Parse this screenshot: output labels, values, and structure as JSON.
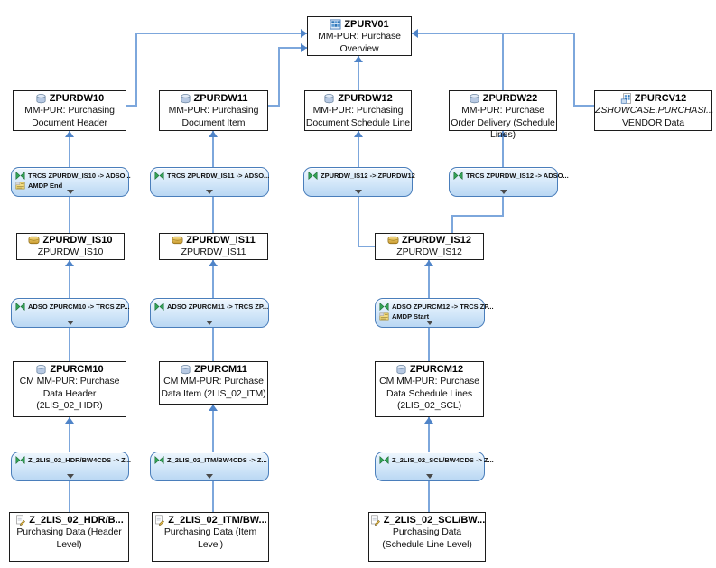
{
  "nodes": {
    "zpurv01": {
      "id": "ZPURV01",
      "desc": "MM-PUR: Purchase Overview",
      "icon": "composite-provider-icon"
    },
    "zpurdw10": {
      "id": "ZPURDW10",
      "desc": "MM-PUR: Purchasing Document Header",
      "icon": "adso-icon"
    },
    "zpurdw11": {
      "id": "ZPURDW11",
      "desc": "MM-PUR: Purchasing Document Item",
      "icon": "adso-icon"
    },
    "zpurdw12": {
      "id": "ZPURDW12",
      "desc": "MM-PUR: Purchasing Document Schedule Line",
      "icon": "adso-icon"
    },
    "zpurdw22": {
      "id": "ZPURDW22",
      "desc": "MM-PUR: Purchase Order Delivery (Schedule Lines)",
      "icon": "adso-icon"
    },
    "zpurcv12": {
      "id": "ZPURCV12",
      "subtitle": "ZSHOWCASE.PURCHASI...",
      "desc": "VENDOR Data",
      "icon": "open-ods-view-icon"
    },
    "is10": {
      "id": "ZPURDW_IS10",
      "desc": "ZPURDW_IS10",
      "icon": "infosource-icon"
    },
    "is11": {
      "id": "ZPURDW_IS11",
      "desc": "ZPURDW_IS11",
      "icon": "infosource-icon"
    },
    "is12": {
      "id": "ZPURDW_IS12",
      "desc": "ZPURDW_IS12",
      "icon": "infosource-icon"
    },
    "cm10": {
      "id": "ZPURCM10",
      "desc": "CM MM-PUR: Purchase Data Header (2LIS_02_HDR)",
      "icon": "adso-icon"
    },
    "cm11": {
      "id": "ZPURCM11",
      "desc": "CM MM-PUR: Purchase Data Item (2LIS_02_ITM)",
      "icon": "adso-icon"
    },
    "cm12": {
      "id": "ZPURCM12",
      "desc": "CM MM-PUR: Purchase Data Schedule Lines (2LIS_02_SCL)",
      "icon": "adso-icon"
    },
    "ds_hdr": {
      "id": "Z_2LIS_02_HDR/B...",
      "desc": "Purchasing Data (Header Level)",
      "icon": "datasource-icon"
    },
    "ds_itm": {
      "id": "Z_2LIS_02_ITM/BW...",
      "desc": "Purchasing Data (Item Level)",
      "icon": "datasource-icon"
    },
    "ds_scl": {
      "id": "Z_2LIS_02_SCL/BW...",
      "desc": "Purchasing Data (Schedule Line Level)",
      "icon": "datasource-icon"
    }
  },
  "transforms": {
    "t_is10_dw10": {
      "rows": [
        {
          "icon": "transformation-icon",
          "label": "TRCS ZPURDW_IS10 -> ADSO..."
        },
        {
          "icon": "amdp-script-icon",
          "label": "AMDP End"
        }
      ]
    },
    "t_is11_dw11": {
      "rows": [
        {
          "icon": "transformation-icon",
          "label": "TRCS ZPURDW_IS11 -> ADSO..."
        }
      ]
    },
    "t_is12_dw12": {
      "rows": [
        {
          "icon": "transformation-icon",
          "label": "ZPURDW_IS12 -> ZPURDW12"
        }
      ]
    },
    "t_is12_dw22": {
      "rows": [
        {
          "icon": "transformation-icon",
          "label": "TRCS ZPURDW_IS12 -> ADSO..."
        }
      ]
    },
    "t_cm10_is10": {
      "rows": [
        {
          "icon": "transformation-icon",
          "label": "ADSO ZPURCM10 -> TRCS ZP..."
        }
      ]
    },
    "t_cm11_is11": {
      "rows": [
        {
          "icon": "transformation-icon",
          "label": "ADSO ZPURCM11 -> TRCS ZP..."
        }
      ]
    },
    "t_cm12_is12": {
      "rows": [
        {
          "icon": "transformation-icon",
          "label": "ADSO ZPURCM12 -> TRCS ZP..."
        },
        {
          "icon": "amdp-script-icon",
          "label": "AMDP Start"
        }
      ]
    },
    "t_hdr_cm10": {
      "rows": [
        {
          "icon": "transformation-icon",
          "label": "Z_2LIS_02_HDR/BW4CDS -> Z..."
        }
      ]
    },
    "t_itm_cm11": {
      "rows": [
        {
          "icon": "transformation-icon",
          "label": "Z_2LIS_02_ITM/BW4CDS -> Z..."
        }
      ]
    },
    "t_scl_cm12": {
      "rows": [
        {
          "icon": "transformation-icon",
          "label": "Z_2LIS_02_SCL/BW4CDS -> Z..."
        }
      ]
    }
  },
  "colors": {
    "connector": "#7da7dc",
    "arrow": "#4f84c8",
    "transform_border": "#4a7ebb",
    "node_border": "#1c1c1c"
  }
}
